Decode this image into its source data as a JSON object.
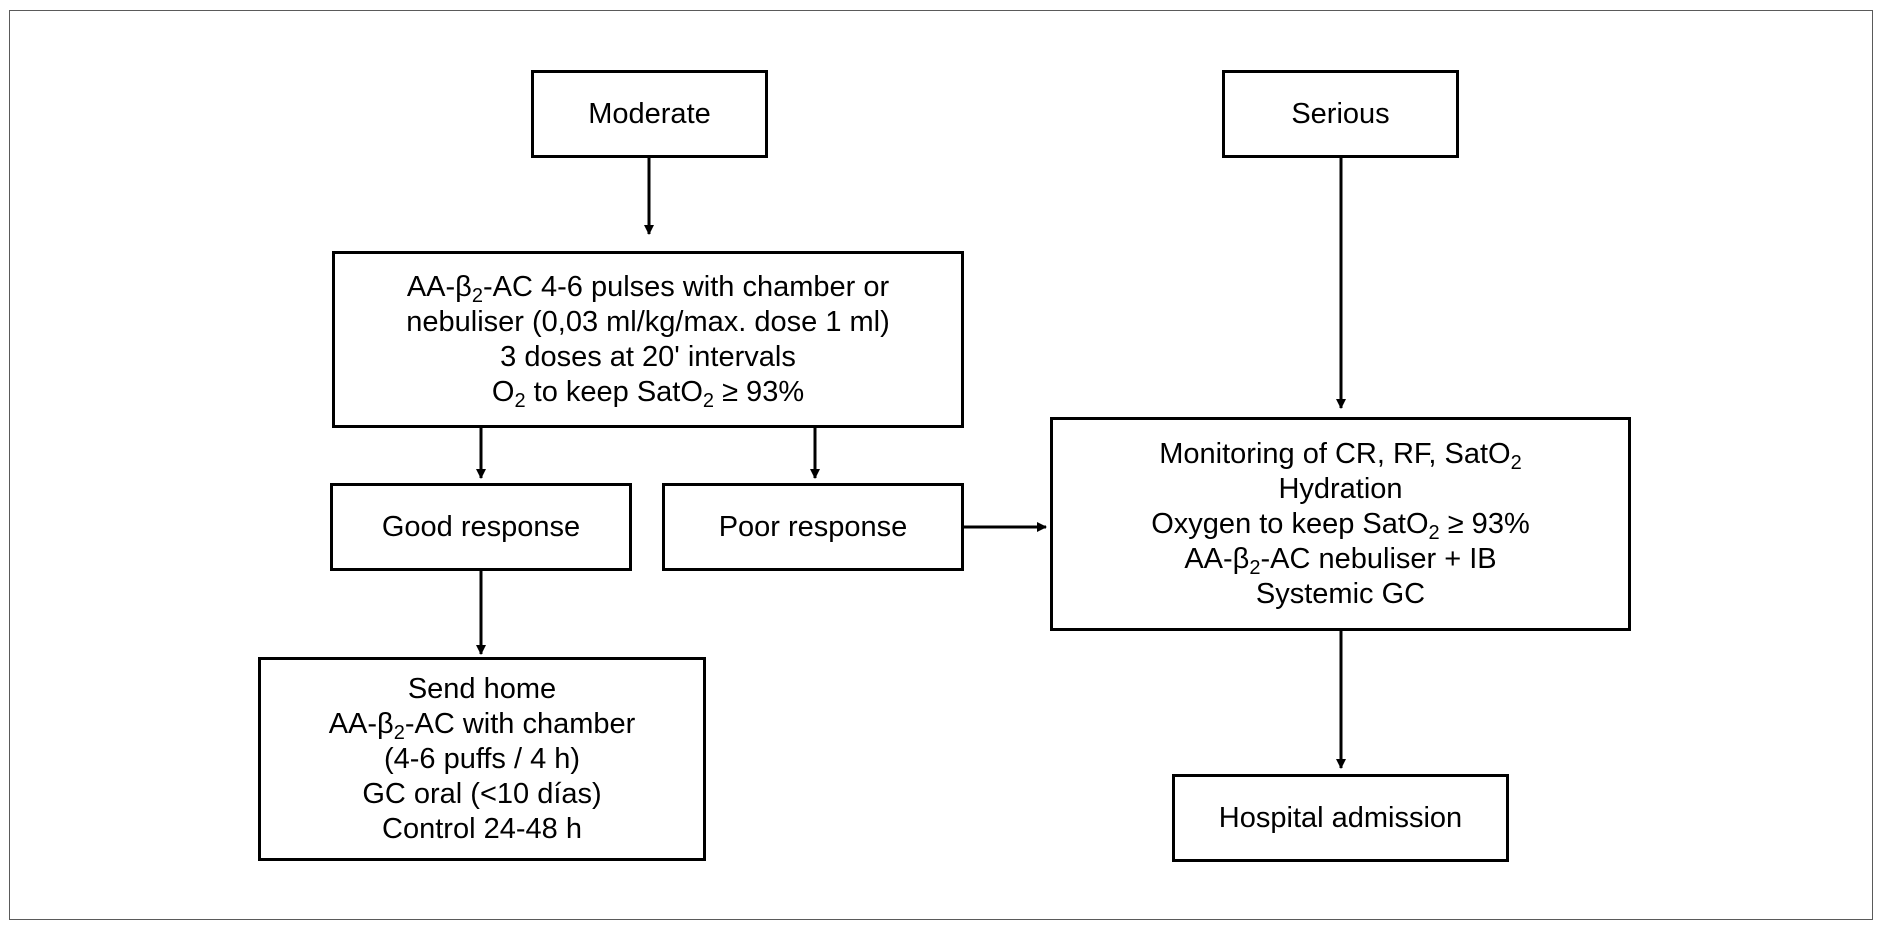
{
  "colors": {
    "stroke": "#000000",
    "background": "#ffffff",
    "frame": "#5a5a5a"
  },
  "nodes": {
    "moderate": {
      "label": "Moderate"
    },
    "serious": {
      "label": "Serious"
    },
    "initial_treatment": {
      "line1_pre": "AA-β",
      "line1_sub": "2",
      "line1_post": "-AC 4-6 pulses with chamber or",
      "line2": "nebuliser (0,03 ml/kg/max. dose 1 ml)",
      "line3": "3 doses at 20' intervals",
      "line4_pre": "O",
      "line4_sub": "2",
      "line4_mid": " to keep SatO",
      "line4_sub2": "2",
      "line4_post": " ≥ 93%"
    },
    "good_response": {
      "label": "Good response"
    },
    "poor_response": {
      "label": "Poor response"
    },
    "send_home": {
      "line1": "Send home",
      "line2_pre": "AA-β",
      "line2_sub": "2",
      "line2_post": "-AC with chamber",
      "line3": "(4-6 puffs / 4 h)",
      "line4": "GC oral (<10 días)",
      "line5": "Control 24-48 h"
    },
    "monitoring": {
      "line1_pre": "Monitoring of CR, RF, SatO",
      "line1_sub": "2",
      "line2": "Hydration",
      "line3_pre": "Oxygen to keep SatO",
      "line3_sub": "2",
      "line3_post": " ≥ 93%",
      "line4_pre": "AA-β",
      "line4_sub": "2",
      "line4_post": "-AC nebuliser + IB",
      "line5": "Systemic GC"
    },
    "hospital_admission": {
      "label": "Hospital admission"
    }
  }
}
